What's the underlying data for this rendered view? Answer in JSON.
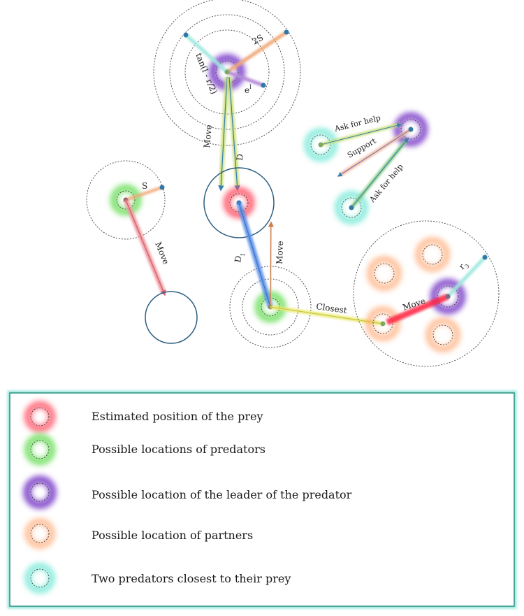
{
  "diagram": {
    "labels": {
      "tan_expr": "tan(l - r/2)",
      "two_s": "2S",
      "e_l": "e",
      "e_sup": "l",
      "move_top": "Move",
      "d_label": "D",
      "s_label": "S",
      "move_left": "Move",
      "d1_label": "D",
      "d1_sub": "1",
      "move_mid": "Move",
      "closest": "Closest",
      "ask1": "Ask for help",
      "support": "Support",
      "ask2": "Ask for help",
      "move_right": "Move",
      "r3": "r",
      "r3_sub": "3"
    }
  },
  "legend": {
    "items": [
      {
        "label": "Estimated position of the prey",
        "color": "#ff5566",
        "icon": "prey-icon"
      },
      {
        "label": "Possible locations of predators",
        "color": "#66dd55",
        "icon": "predator-icon"
      },
      {
        "label": "Possible location of the leader of the predator",
        "color": "#7a3cc8",
        "icon": "leader-icon"
      },
      {
        "label": "Possible location of partners",
        "color": "#ff9a5c",
        "icon": "partner-icon"
      },
      {
        "label": "Two predators closest to their prey",
        "color": "#44e0c8",
        "icon": "closest-predator-icon"
      }
    ],
    "border_color": "#2a8f7f"
  }
}
